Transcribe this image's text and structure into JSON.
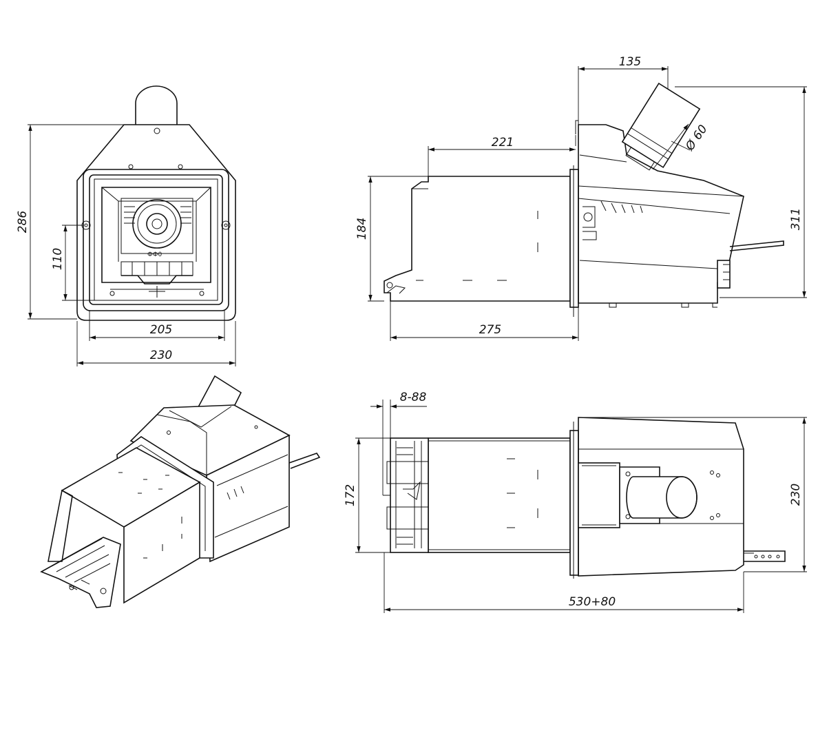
{
  "drawing": {
    "views": [
      "front",
      "side",
      "isometric",
      "top"
    ],
    "dimensions": {
      "front_height": "286",
      "front_inner_height": "110",
      "front_inner_width": "205",
      "front_width": "230",
      "side_tube_offset": "135",
      "side_upper_length": "221",
      "side_height": "184",
      "side_total_height": "311",
      "side_body_length": "275",
      "tube_diameter": "Ø 60",
      "top_range": "8-88",
      "top_width": "172",
      "top_depth": "230",
      "top_total_length": "530+80"
    }
  }
}
